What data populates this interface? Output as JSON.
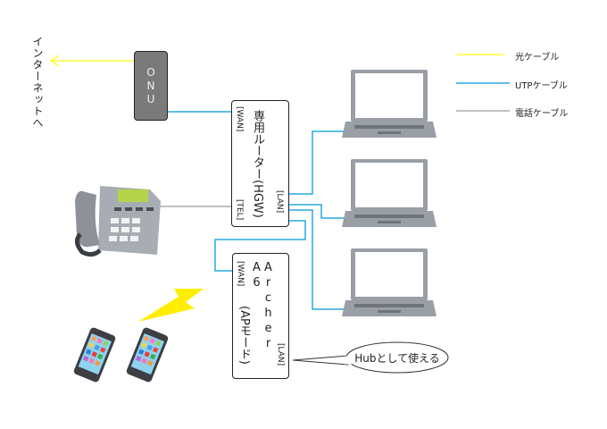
{
  "internet_label": "インターネットへ",
  "onu": {
    "label": "ONU",
    "fill": "#7a7a7a"
  },
  "router": {
    "title": "専用ルーター(HGW)",
    "wan_port": "[WAN]",
    "tel_port": "[TEL]",
    "lan_port": "[LAN]"
  },
  "archer": {
    "title": "Archer A6",
    "mode": "(APモード)",
    "wan_port": "[WAN]",
    "lan_port": "[LAN]"
  },
  "callout": {
    "text": "Hubとして使える"
  },
  "legend": {
    "items": [
      {
        "label": "光ケーブル",
        "color": "#ffff33"
      },
      {
        "label": "UTPケーブル",
        "color": "#29a8e0"
      },
      {
        "label": "電話ケーブル",
        "color": "#999999"
      }
    ]
  },
  "colors": {
    "fiber": "#ffff33",
    "utp": "#29a8e0",
    "phone": "#999999",
    "bolt": "#ffee00"
  }
}
